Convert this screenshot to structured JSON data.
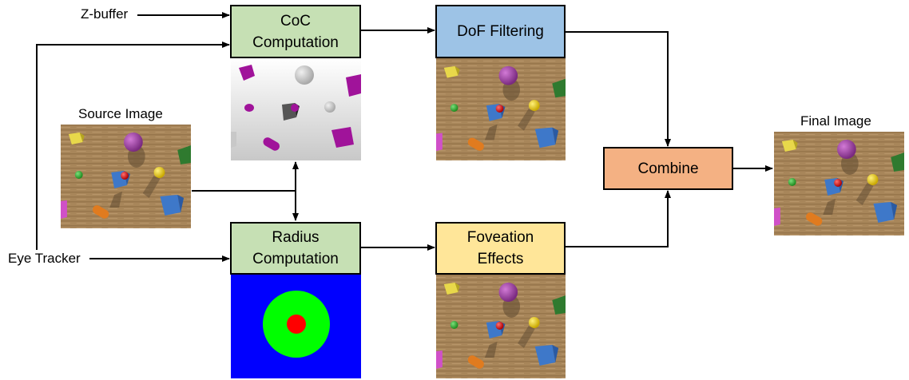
{
  "labels": {
    "z_buffer": "Z-buffer",
    "eye_tracker": "Eye Tracker",
    "source_image": "Source Image",
    "final_image": "Final Image"
  },
  "boxes": {
    "coc": {
      "line1": "CoC",
      "line2": "Computation",
      "fill": "#c6e0b4"
    },
    "dof": {
      "text": "DoF Filtering",
      "fill": "#9dc3e6"
    },
    "radius": {
      "line1": "Radius",
      "line2": "Computation",
      "fill": "#c6e0b4"
    },
    "foveation": {
      "line1": "Foveation",
      "line2": "Effects",
      "fill": "#ffe699"
    },
    "combine": {
      "text": "Combine",
      "fill": "#f4b183"
    }
  },
  "colors": {
    "floor": "#a8865a",
    "radius_outer": "#0000ff",
    "radius_ring": "#00ff00",
    "radius_center": "#ff0000",
    "coc_object": "#a0139a"
  }
}
